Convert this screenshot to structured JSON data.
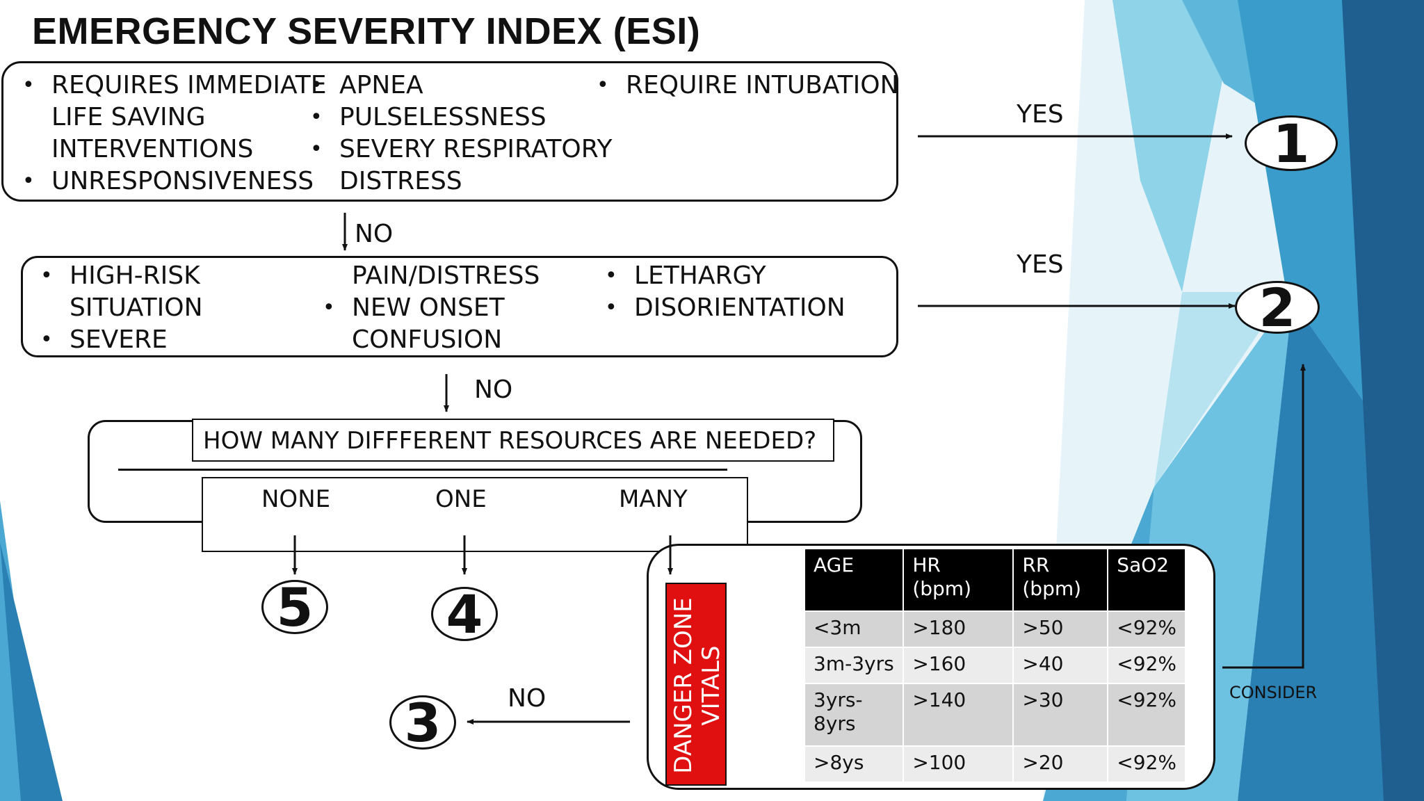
{
  "title": "EMERGENCY SEVERITY INDEX (ESI)",
  "step1": {
    "col1": [
      "REQUIRES IMMEDIATE",
      "LIFE SAVING",
      "INTERVENTIONS",
      "UNRESPONSIVENESS"
    ],
    "col2": [
      "APNEA",
      "PULSELESSNESS",
      "SEVERY RESPIRATORY",
      "DISTRESS"
    ],
    "col3": [
      "REQUIRE INTUBATION"
    ],
    "yes_label": "YES",
    "no_label": "NO",
    "result": "1"
  },
  "step2": {
    "col1": [
      "HIGH-RISK",
      "SITUATION",
      "SEVERE"
    ],
    "col2": [
      "PAIN/DISTRESS",
      "NEW ONSET",
      "CONFUSION"
    ],
    "col3": [
      "LETHARGY",
      "DISORIENTATION"
    ],
    "yes_label": "YES",
    "no_label": "NO",
    "result": "2"
  },
  "step3": {
    "question": "HOW MANY DIFFFERENT RESOURCES ARE NEEDED?",
    "options": [
      "NONE",
      "ONE",
      "MANY"
    ],
    "results": [
      "5",
      "4"
    ],
    "no_label": "NO",
    "no_result": "3",
    "consider_label": "CONSIDER"
  },
  "danger_zone": {
    "label_line1": "DANGER ZONE",
    "label_line2": "VITALS",
    "color": "#e01010",
    "headers": [
      "AGE",
      "HR\n(bpm)",
      "RR\n(bpm)",
      "SaO2"
    ],
    "rows": [
      [
        "<3m",
        ">180",
        ">50",
        "<92%"
      ],
      [
        "3m-3yrs",
        ">160",
        ">40",
        "<92%"
      ],
      [
        "3yrs-\n8yrs",
        ">140",
        ">30",
        "<92%"
      ],
      [
        ">8ys",
        ">100",
        ">20",
        "<92%"
      ]
    ]
  },
  "colors": {
    "accent_blue": "#2f93c6",
    "dark_blue": "#1f5f8f",
    "light_blue": "#8fd3e8"
  }
}
